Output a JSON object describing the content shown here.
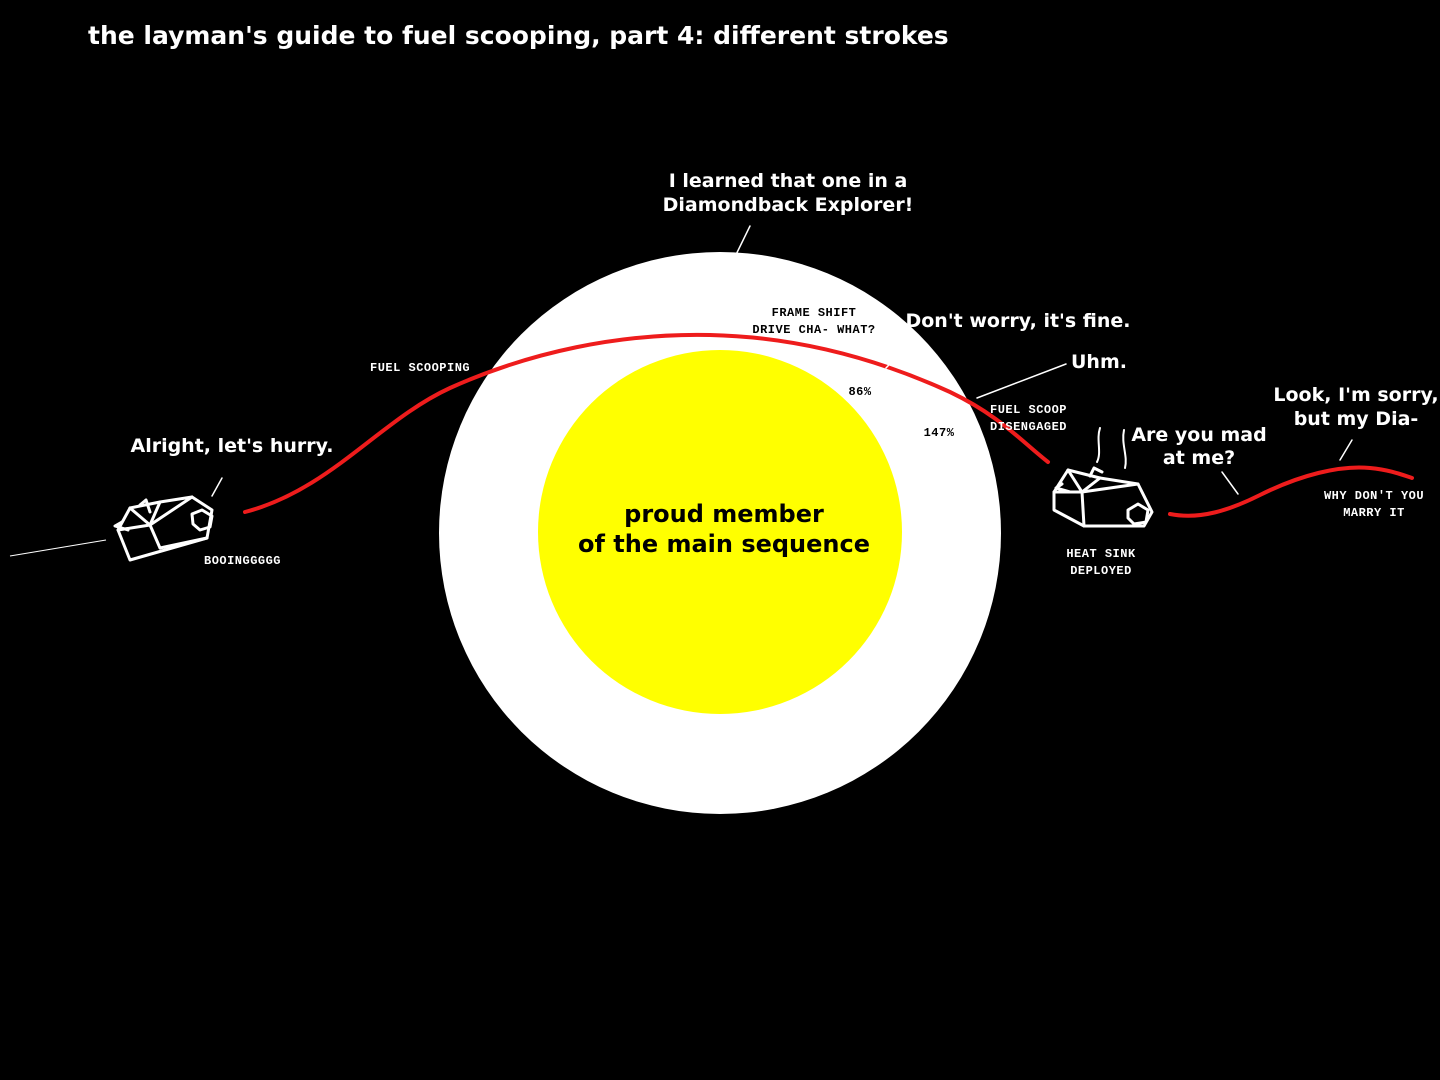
{
  "title": "the layman's guide to fuel scooping, part 4: different strokes",
  "colors": {
    "background": "#000000",
    "corona": "#ffffff",
    "star_core": "#ffff00",
    "trajectory": "#ee1c1c",
    "ink": "#ffffff",
    "star_label": "#000000"
  },
  "star": {
    "label_line1": "proud member",
    "label_line2": "of the main sequence"
  },
  "speech": {
    "alright": "Alright, let's hurry.",
    "learned_line1": "I learned that one in a",
    "learned_line2": "Diamondback Explorer!",
    "dont_worry": "Don't worry, it's fine.",
    "uhm": "Uhm.",
    "mad_line1": "Are you mad",
    "mad_line2": "at me?",
    "sorry_line1": "Look, I'm sorry,",
    "sorry_line2": "but my Dia-"
  },
  "captions": {
    "booing": "BOOINGGGGG",
    "fuel_scooping": "FUEL SCOOPING",
    "fsd_line1": "FRAME SHIFT",
    "fsd_line2": "DRIVE CHA- WHAT?",
    "heat_86": "86%",
    "heat_147": "147%",
    "scoop_off_line1": "FUEL SCOOP",
    "scoop_off_line2": "DISENGAGED",
    "heatsink_line1": "HEAT SINK",
    "heatsink_line2": "DEPLOYED",
    "marry_line1": "WHY DON'T YOU",
    "marry_line2": "MARRY IT"
  },
  "icons": {
    "ship_left": "ship-icon",
    "ship_right": "ship-icon",
    "heat_wisps": "heat-wisp-icon"
  }
}
